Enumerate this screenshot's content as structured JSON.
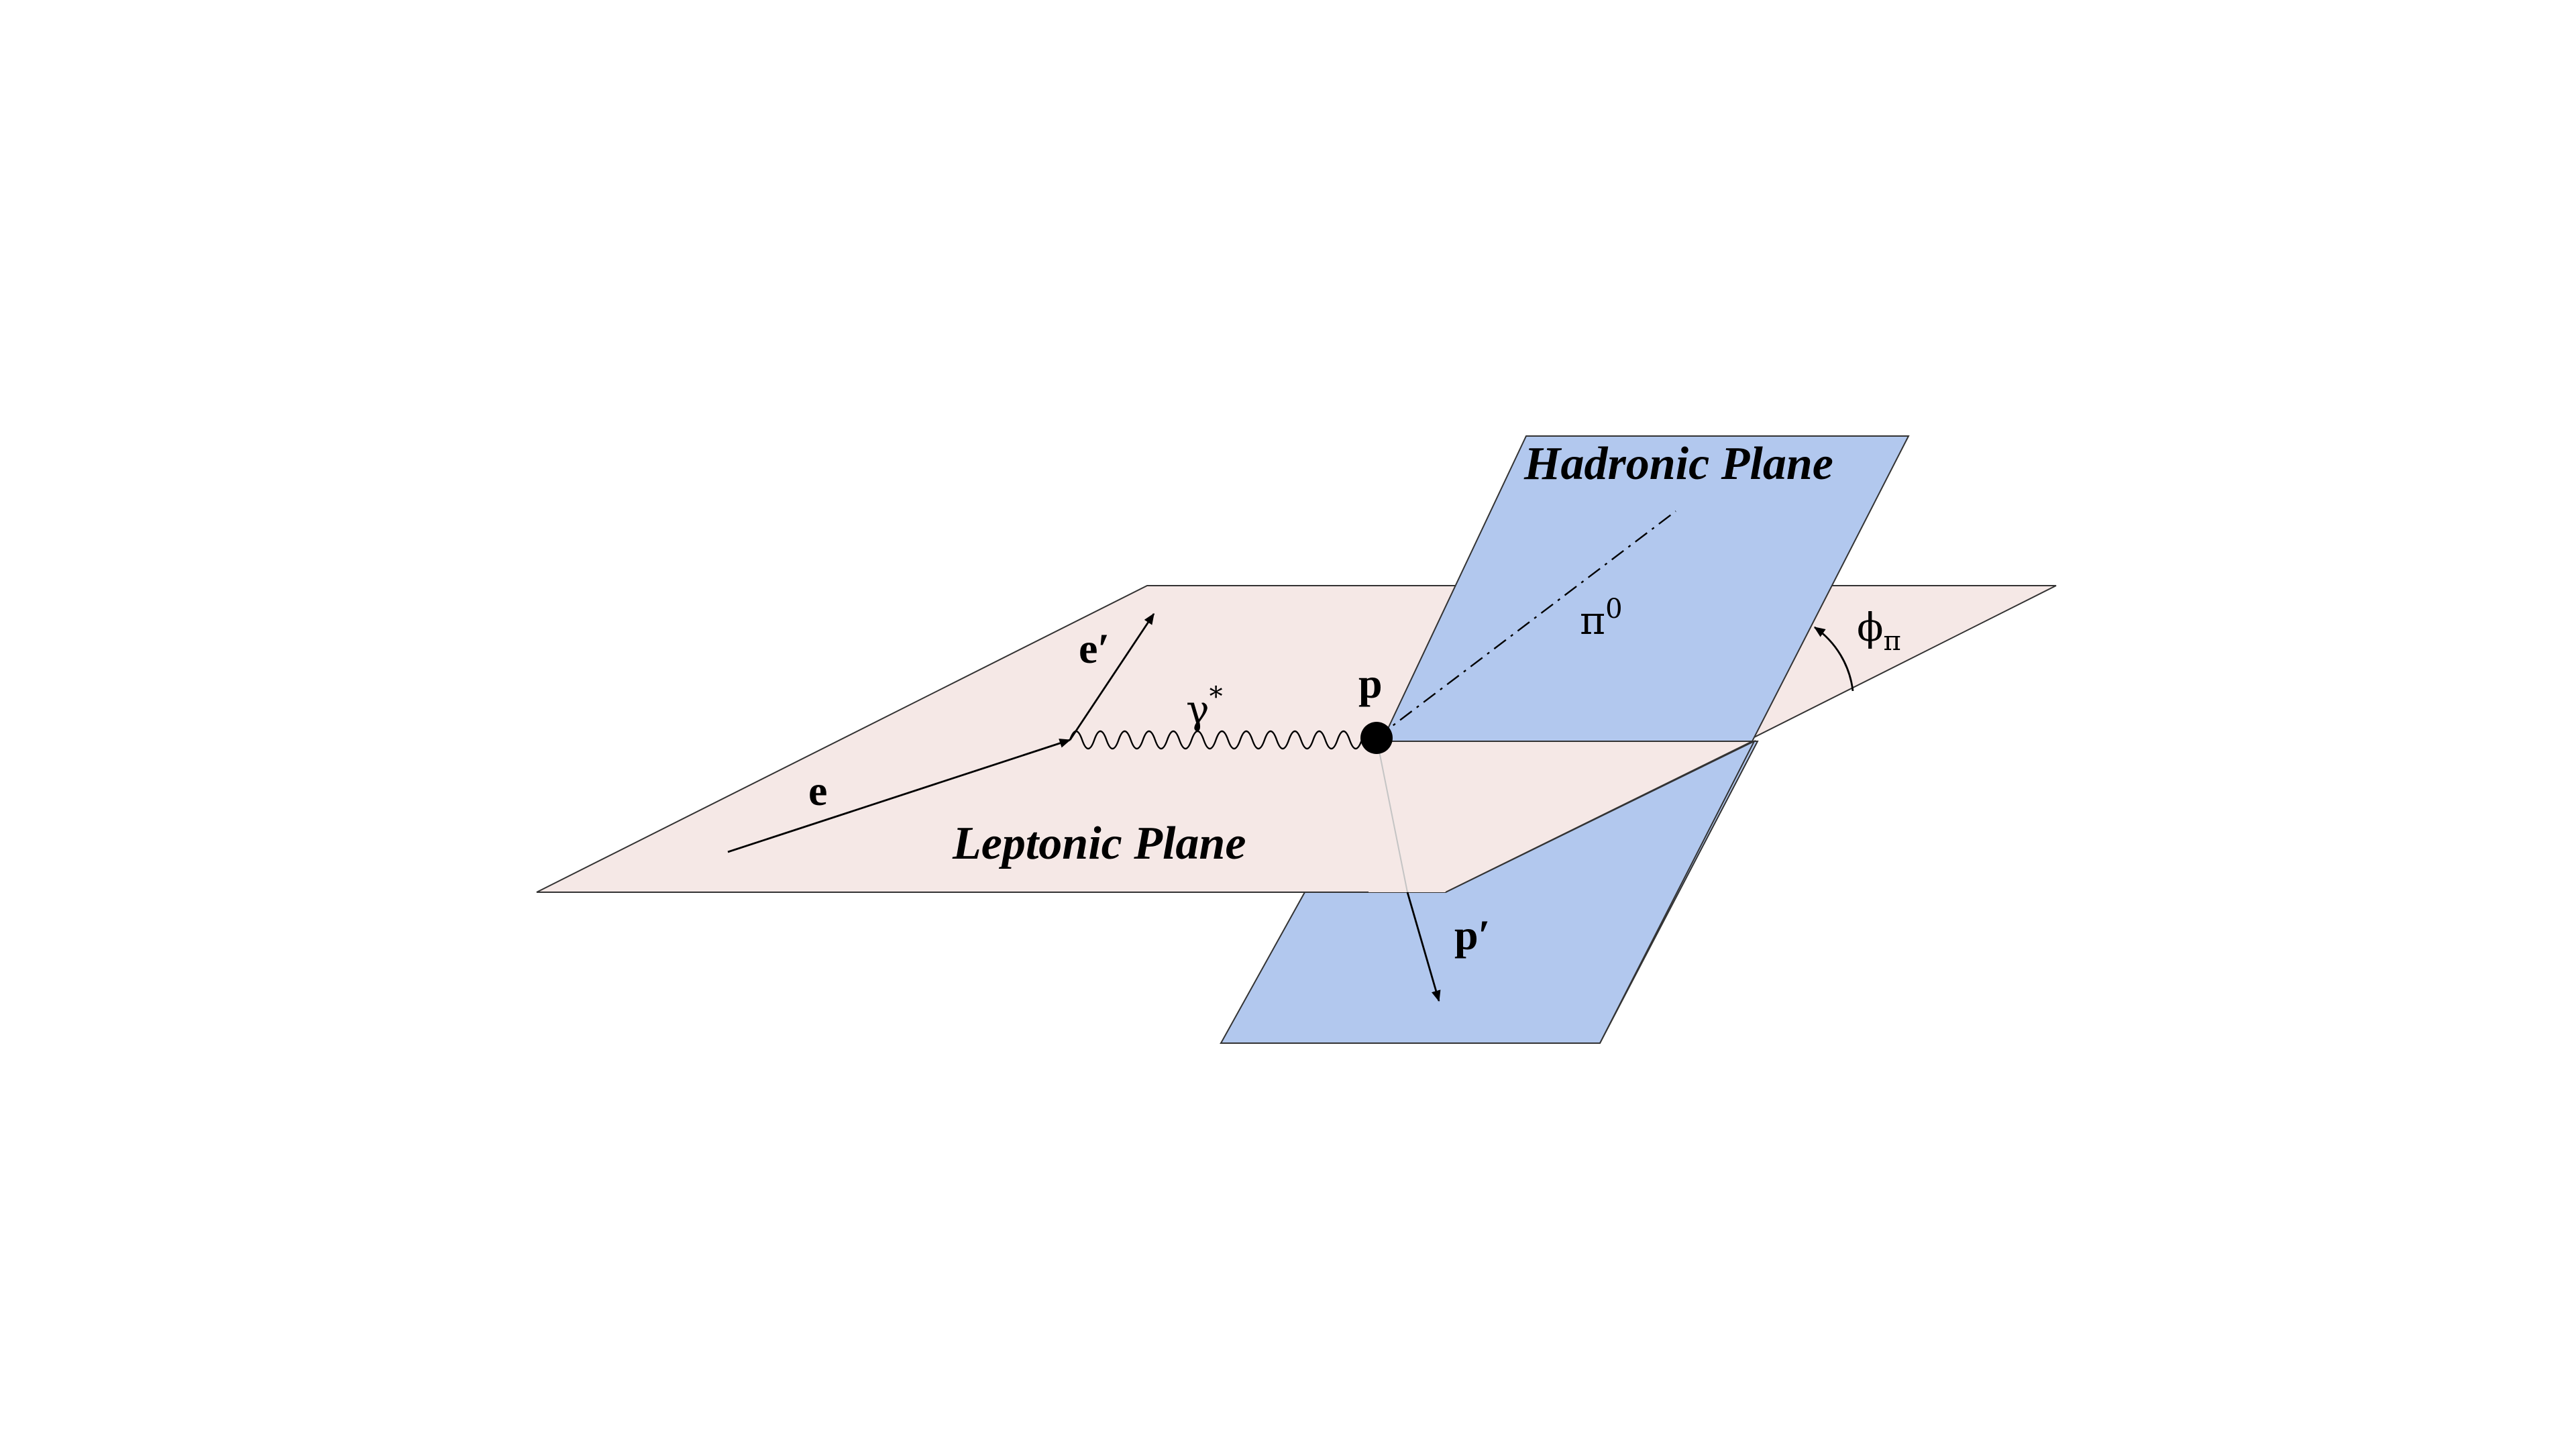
{
  "colors": {
    "leptonic_plane": "#f5e8e6",
    "hadronic_plane": "#b2c8ee",
    "edge": "#333333",
    "ink": "#000000"
  },
  "labels": {
    "hadronic_plane": "Hadronic Plane",
    "leptonic_plane": "Leptonic Plane",
    "electron": "e",
    "scattered_electron": "e′",
    "virtual_photon": "γ",
    "virtual_photon_sup": "*",
    "proton": "p",
    "recoil_proton": "p′",
    "pion": "π",
    "pion_sup": "0",
    "phi": "ϕ",
    "phi_sub": "π"
  }
}
